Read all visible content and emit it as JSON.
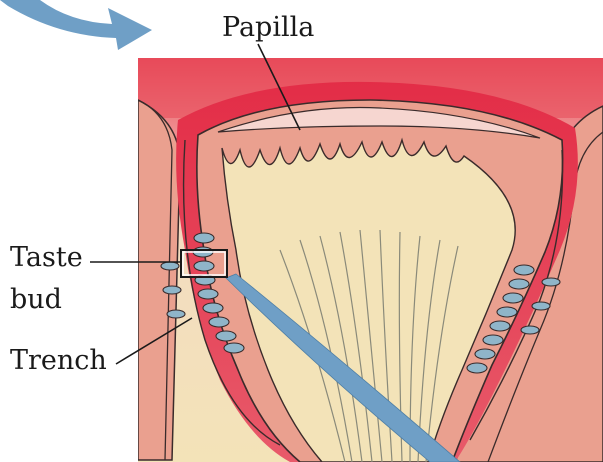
{
  "labels": {
    "papilla": "Papilla",
    "taste_line1": "Taste",
    "taste_line2": "bud",
    "trench": "Trench"
  },
  "colors": {
    "arrow_blue": "#6f9fc6",
    "tissue_red": "#e43a4f",
    "epithelium_pink": "#eaa08f",
    "connective_cream": "#f3e3b8",
    "taste_bud_blue": "#8fb5c9",
    "outline": "#3a2b2b"
  },
  "icons": {
    "curved_arrow": "curved-arrow-icon",
    "nerve_fiber_arrow": "nerve-fiber-arrow-icon"
  }
}
